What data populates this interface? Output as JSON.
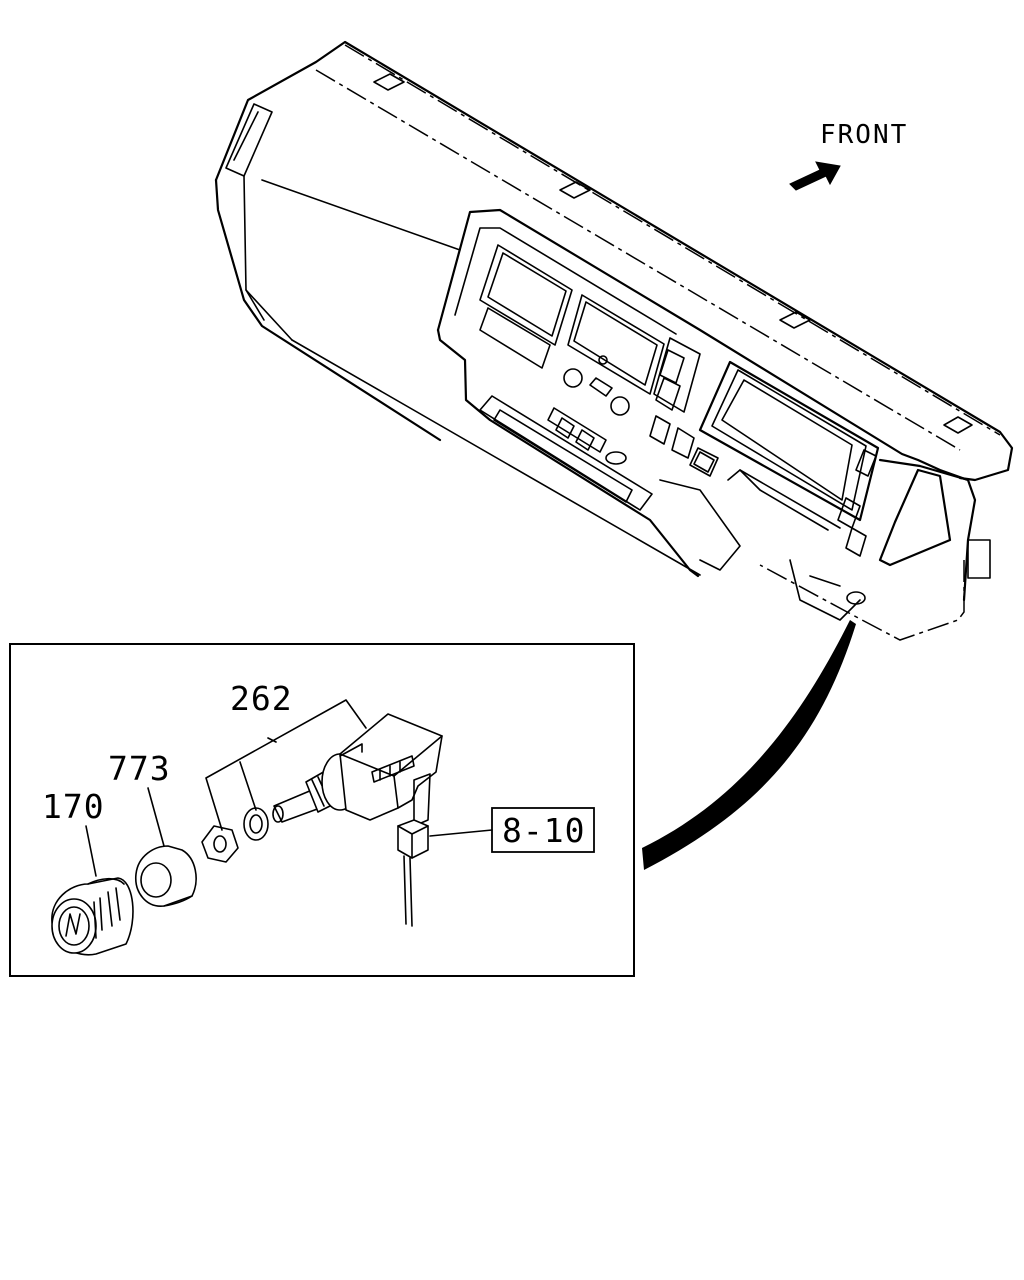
{
  "diagram": {
    "direction_label": "FRONT",
    "callouts": [
      {
        "id": "knob",
        "text": "170"
      },
      {
        "id": "bezel",
        "text": "773"
      },
      {
        "id": "switch",
        "text": "262"
      },
      {
        "id": "connector",
        "text": "8-10"
      }
    ]
  }
}
